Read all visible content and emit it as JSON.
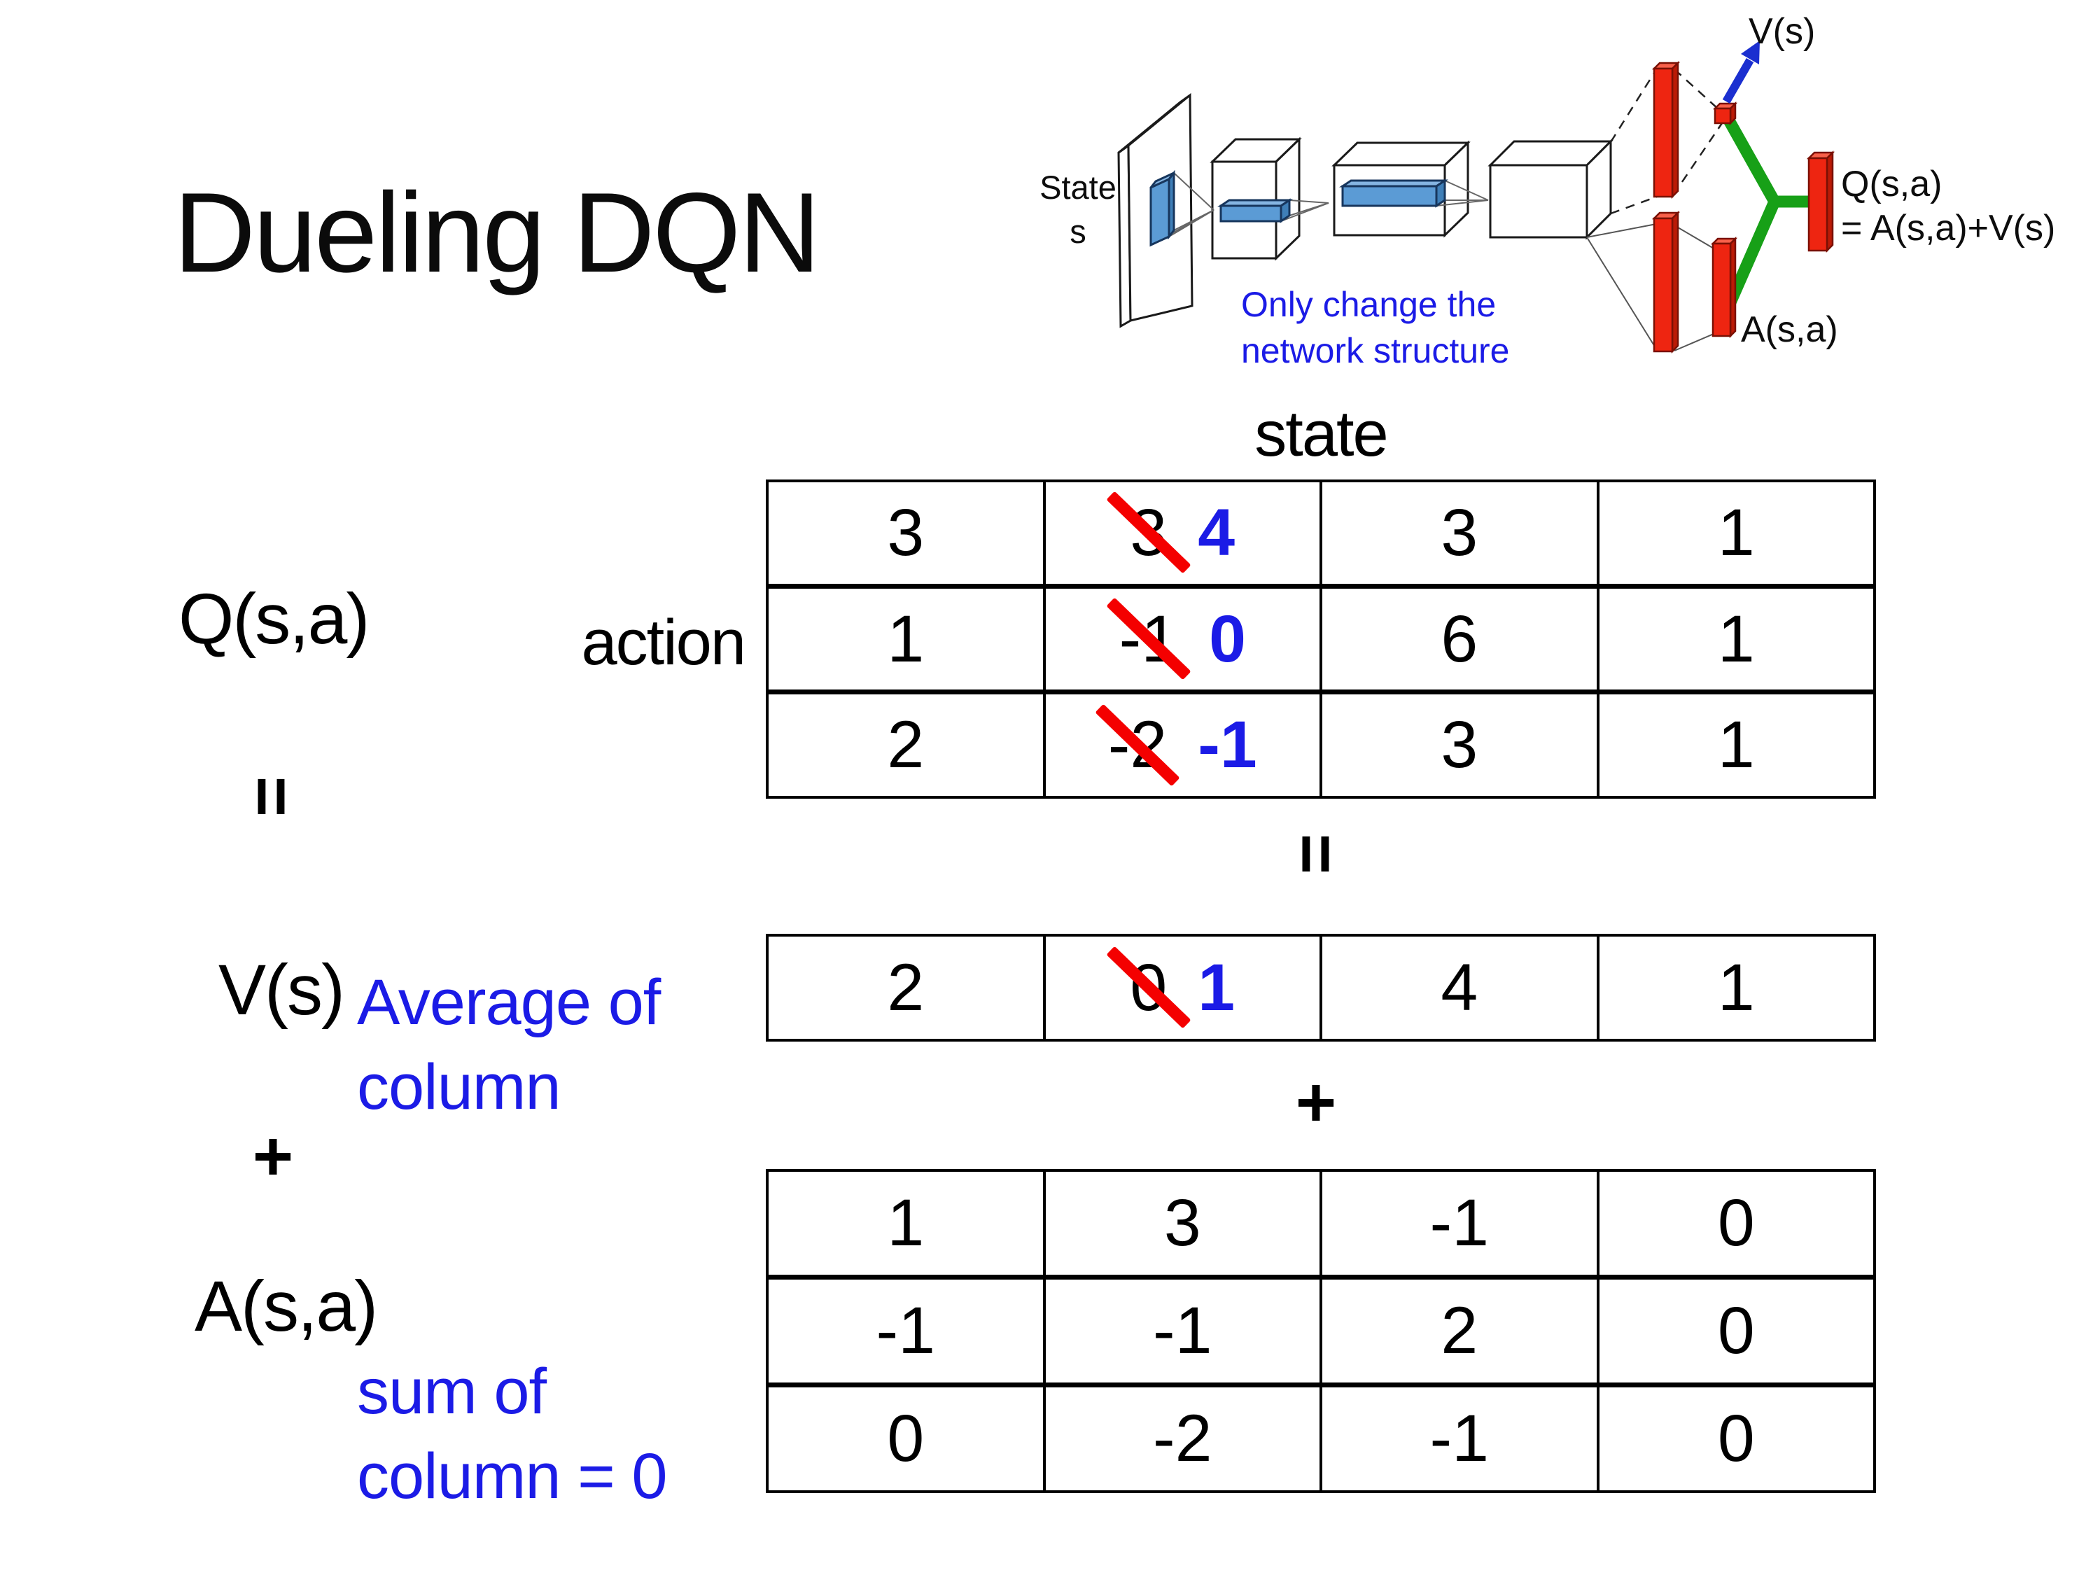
{
  "title": "Dueling DQN",
  "colors": {
    "accent_blue": "#1b1be6",
    "strike_red": "#f40000",
    "connector_green": "#17a017",
    "bar_red": "#ee2511",
    "filter_blue": "#5b9bd5"
  },
  "diagram": {
    "state_label_line1": "State",
    "state_label_line2": "s",
    "caption": "Only change the\nnetwork structure",
    "v_output_label": "V(s)",
    "q_output_label": "Q(s,a)",
    "q_output_formula": "= A(s,a)+V(s)",
    "a_output_label": "A(s,a)"
  },
  "equation": {
    "q_label": "Q(s,a)",
    "v_label": "V(s)",
    "a_label": "A(s,a)",
    "equals": "=",
    "plus": "+",
    "state_header": "state",
    "action_header": "action",
    "average_note": "Average of\ncolumn",
    "sum_note": "sum of\ncolumn = 0"
  },
  "q_table": {
    "rows": [
      {
        "c0": "3",
        "c1_old": "3",
        "c1_new": "4",
        "c2": "3",
        "c3": "1"
      },
      {
        "c0": "1",
        "c1_old": "-1",
        "c1_new": "0",
        "c2": "6",
        "c3": "1"
      },
      {
        "c0": "2",
        "c1_old": "-2",
        "c1_new": "-1",
        "c2": "3",
        "c3": "1"
      }
    ]
  },
  "v_row": {
    "c0": "2",
    "c1_old": "0",
    "c1_new": "1",
    "c2": "4",
    "c3": "1"
  },
  "a_table": {
    "rows": [
      {
        "c0": "1",
        "c1": "3",
        "c2": "-1",
        "c3": "0"
      },
      {
        "c0": "-1",
        "c1": "-1",
        "c2": "2",
        "c3": "0"
      },
      {
        "c0": "0",
        "c1": "-2",
        "c2": "-1",
        "c3": "0"
      }
    ]
  }
}
